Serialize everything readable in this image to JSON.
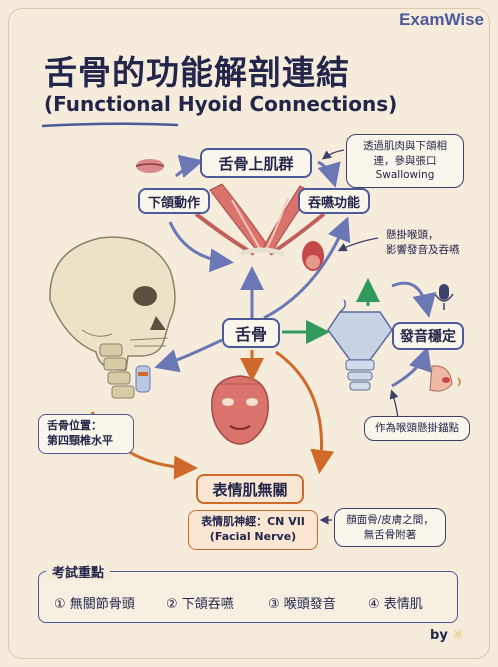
{
  "brand": "ExamWise",
  "title_zh": "舌骨的功能解剖連結",
  "title_en": "(Functional Hyoid Connections)",
  "nodes": {
    "suprahyoid": "舌骨上肌群",
    "jaw": "下頜動作",
    "swallow": "吞嚥功能",
    "hyoid": "舌骨",
    "phonation": "發音穩定",
    "facial": "表情肌無關",
    "position": "舌骨位置：\n第四頸椎水平",
    "cranial_nerve": "表情肌神經：CN VII\n(Facial Nerve)"
  },
  "notes": {
    "swallowing": "透過肌肉與下頜相\n連，參與張口\nSwallowing",
    "suspend": "懸掛喉頭，\n影響發音及吞嚥",
    "anchor": "作為喉頭懸掛錨點",
    "no_attach": "顏面骨/皮膚之間，\n無舌骨附著"
  },
  "exam": {
    "title": "考試重點",
    "items": [
      "① 無關節骨頭",
      "② 下頜吞嚥",
      "③ 喉頭發音",
      "④ 表情肌"
    ]
  },
  "byline": "by",
  "colors": {
    "navy": "#4c5a9a",
    "orange": "#d06a2a",
    "green": "#2f9a5a",
    "background": "#f5ecdc"
  }
}
